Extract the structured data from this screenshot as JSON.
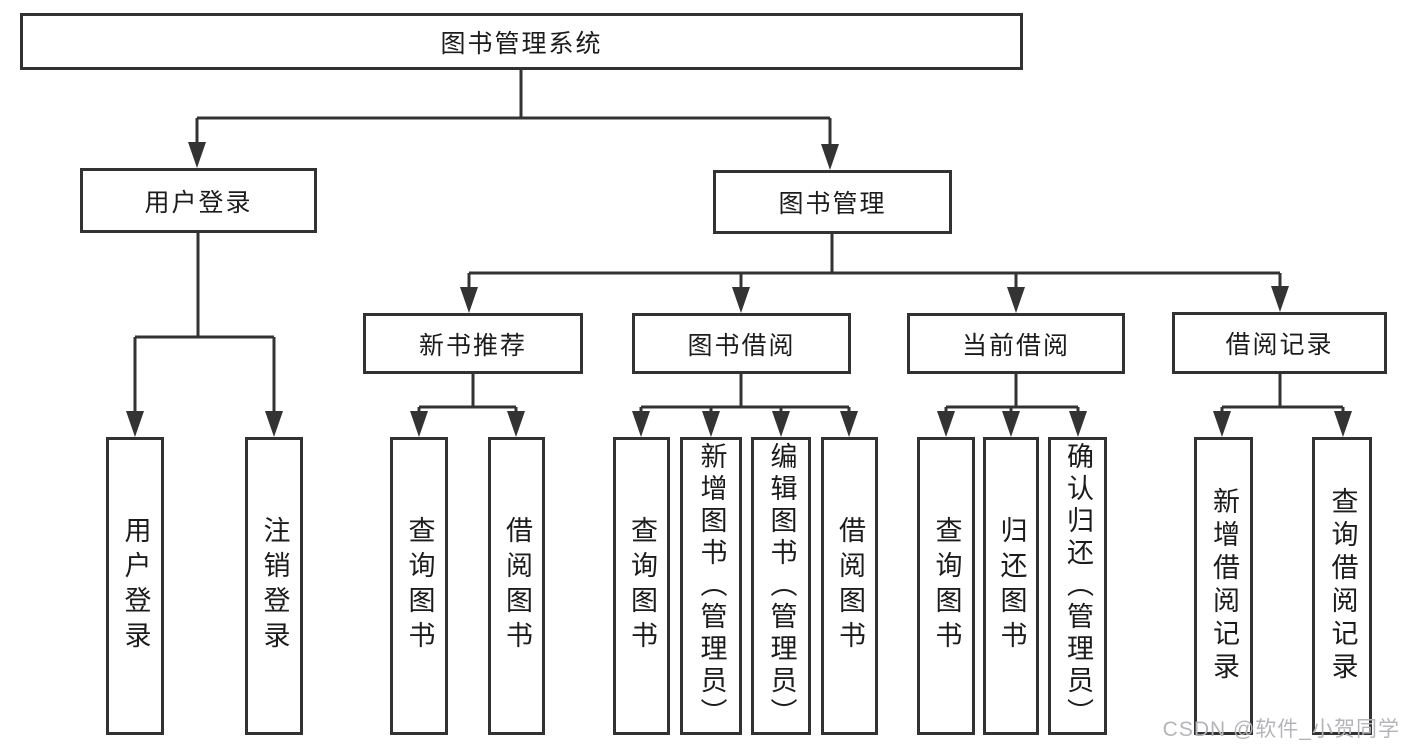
{
  "diagram": {
    "root": {
      "label": "图书管理系统"
    },
    "children": [
      {
        "label": "用户登录",
        "children": [
          {
            "label": "用户登录"
          },
          {
            "label": "注销登录"
          }
        ]
      },
      {
        "label": "图书管理",
        "children": [
          {
            "label": "新书推荐",
            "children": [
              {
                "label": "查询图书"
              },
              {
                "label": "借阅图书"
              }
            ]
          },
          {
            "label": "图书借阅",
            "children": [
              {
                "label": "查询图书"
              },
              {
                "label": "新增图书（管理员）"
              },
              {
                "label": "编辑图书（管理员）"
              },
              {
                "label": "借阅图书"
              }
            ]
          },
          {
            "label": "当前借阅",
            "children": [
              {
                "label": "查询图书"
              },
              {
                "label": "归还图书"
              },
              {
                "label": "确认归还（管理员）"
              }
            ]
          },
          {
            "label": "借阅记录",
            "children": [
              {
                "label": "新增借阅记录"
              },
              {
                "label": "查询借阅记录"
              }
            ]
          }
        ]
      }
    ]
  },
  "watermark": {
    "text": "CSDN @软件_小贺同学"
  },
  "colors": {
    "line": "#333333",
    "box_border": "#323232",
    "text": "#1c1c1c",
    "background": "#ffffff",
    "watermark": "#b5b5b9"
  }
}
